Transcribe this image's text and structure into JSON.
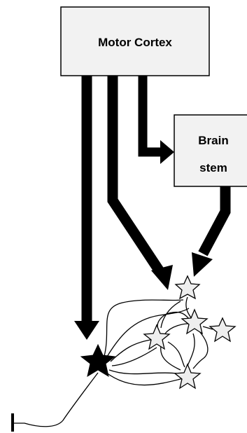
{
  "diagram": {
    "boxes": {
      "motor_cortex": {
        "label": "Motor Cortex"
      },
      "brain_stem": {
        "line1": "Brain",
        "line2": "stem"
      }
    },
    "colors": {
      "box_fill": "#f2f2f2",
      "stroke": "#000000",
      "interneuron_fill": "#eeeeee",
      "motor_neuron_fill": "#000000"
    },
    "icons": {
      "interneuron": "star-outline",
      "motor_neuron": "star-filled"
    }
  }
}
